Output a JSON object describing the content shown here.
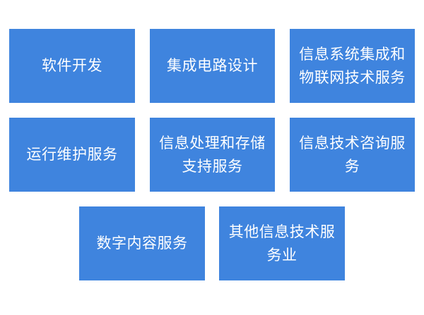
{
  "diagram": {
    "fill_color": "#3f84de",
    "text_color": "#ffffff",
    "boxes": [
      {
        "label": "软件开发",
        "lines": [
          "软件开发"
        ]
      },
      {
        "label": "集成电路设计",
        "lines": [
          "集成电路设计"
        ]
      },
      {
        "label": "信息系统集成和物联网技术服务",
        "lines": [
          "信息系统集成和",
          "物联网技术服务"
        ]
      },
      {
        "label": "运行维护服务",
        "lines": [
          "运行维护服务"
        ]
      },
      {
        "label": "信息处理和存储支持服务",
        "lines": [
          "信息处理和存储",
          "支持服务"
        ]
      },
      {
        "label": "信息技术咨询服务",
        "lines": [
          "信息技术咨询服",
          "务"
        ]
      },
      {
        "label": "数字内容服务",
        "lines": [
          "数字内容服务"
        ]
      },
      {
        "label": "其他信息技术服务业",
        "lines": [
          "其他信息技术服",
          "务业"
        ]
      }
    ]
  }
}
